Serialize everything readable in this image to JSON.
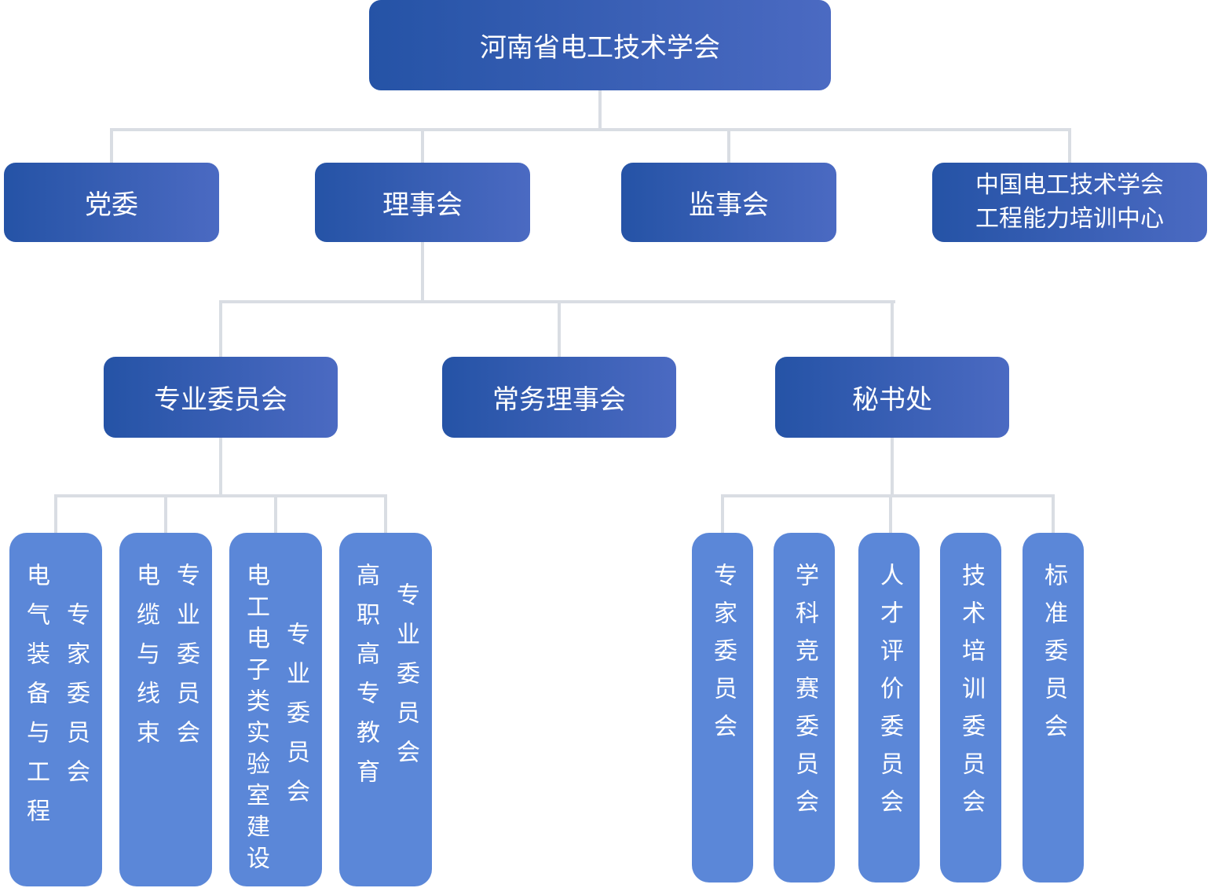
{
  "colors": {
    "gradient_start": "#2553A6",
    "gradient_end": "#4B6AC2",
    "leaf": "#5B87D8",
    "line": "#D9DDE3",
    "text": "#FFFFFF",
    "background": "#FFFFFF"
  },
  "org": {
    "root": {
      "label": "河南省电工技术学会"
    },
    "level2": [
      {
        "label": "党委"
      },
      {
        "label": "理事会"
      },
      {
        "label": "监事会"
      },
      {
        "line1": "中国电工技术学会",
        "line2": "工程能力培训中心"
      }
    ],
    "level3": [
      {
        "label": "专业委员会"
      },
      {
        "label": "常务理事会"
      },
      {
        "label": "秘书处"
      }
    ],
    "committees_left": [
      {
        "prefix": "电气装备与工程",
        "suffix": "专家委员会"
      },
      {
        "prefix": "电缆与线束",
        "suffix": "专业委员会"
      },
      {
        "prefix": "电工电子类实验室建设",
        "suffix": "专业委员会"
      },
      {
        "prefix": "高职高专教育",
        "suffix": "专业委员会"
      }
    ],
    "committees_right": [
      {
        "label": "专家委员会"
      },
      {
        "label": "学科竞赛委员会"
      },
      {
        "label": "人才评价委员会"
      },
      {
        "label": "技术培训委员会"
      },
      {
        "label": "标准委员会"
      }
    ]
  }
}
